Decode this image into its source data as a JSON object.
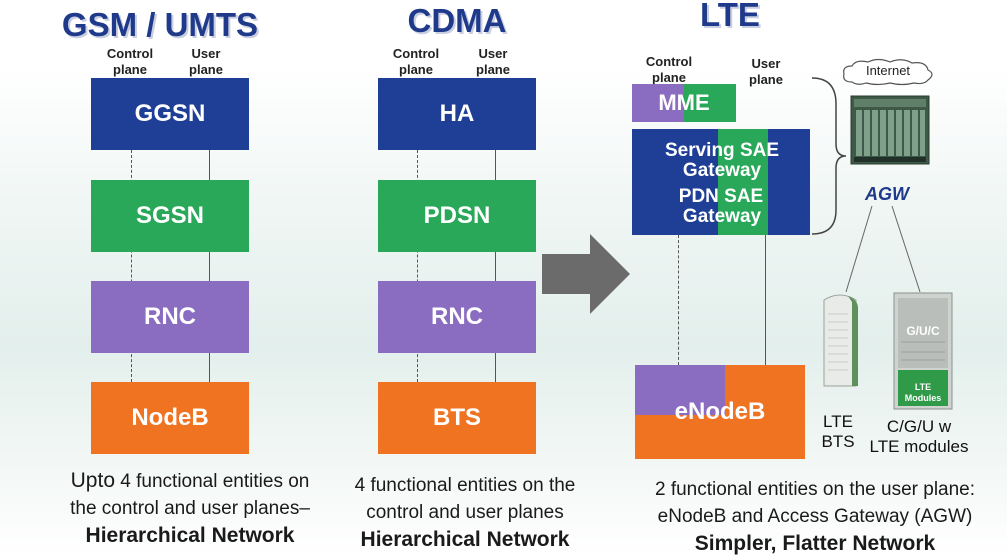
{
  "columns": {
    "gsm": {
      "title": "GSM / UMTS",
      "control_label": "Control plane",
      "user_label": "User plane",
      "nodes": [
        "GGSN",
        "SGSN",
        "RNC",
        "NodeB"
      ],
      "caption_line1_a": "Upto",
      "caption_line1_b": " 4 functional entities on",
      "caption_line2": "the control and user planes–",
      "caption_bold": "Hierarchical Network"
    },
    "cdma": {
      "title": "CDMA",
      "control_label": "Control plane",
      "user_label": "User plane",
      "nodes": [
        "HA",
        "PDSN",
        "RNC",
        "BTS"
      ],
      "caption_line1": "4 functional entities on the",
      "caption_line2": "control and user planes",
      "caption_bold": "Hierarchical Network"
    },
    "lte": {
      "title": "LTE",
      "control_label": "Control plane",
      "user_label": "User plane",
      "mme": "MME",
      "gateway_line1": "Serving SAE",
      "gateway_line2": "Gateway",
      "gateway_line3": "PDN SAE",
      "gateway_line4": "Gateway",
      "enodeb": "eNodeB",
      "internet": "Internet",
      "agw": "AGW",
      "lte_bts_line1": "LTE",
      "lte_bts_line2": "BTS",
      "cgu_line1": "C/G/U w",
      "cgu_line2": "LTE modules",
      "rack_label": "G/U/C",
      "module_label_line1": "LTE",
      "module_label_line2": "Modules",
      "caption_line1": "2 functional entities on the user plane:",
      "caption_line2": "eNodeB and Access Gateway (AGW)",
      "caption_bold": "Simpler, Flatter Network"
    }
  },
  "colors": {
    "blue": "#1f3f96",
    "green": "#29a85a",
    "purple": "#8a6cc0",
    "orange": "#ef7321",
    "title": "#1f3a8a",
    "arrow": "#6b6b6b"
  }
}
